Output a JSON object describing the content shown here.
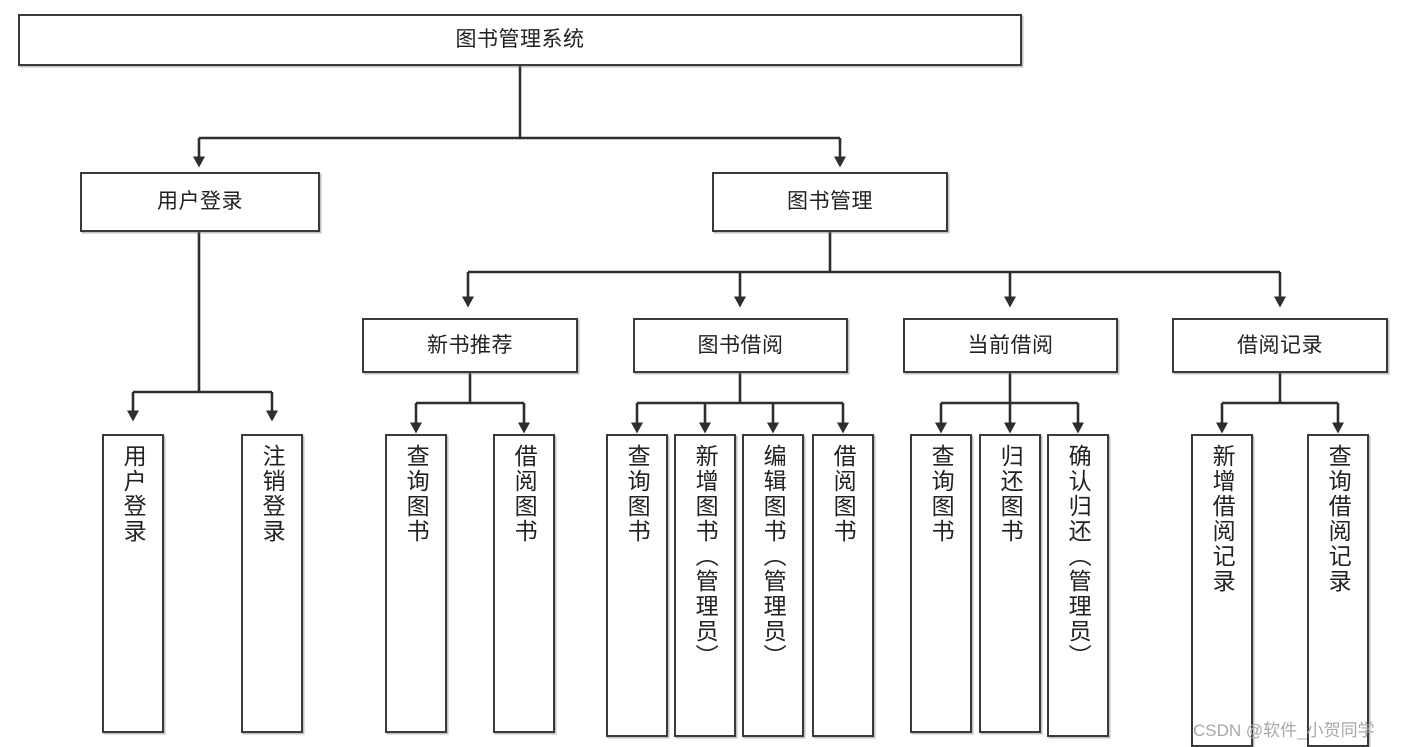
{
  "diagram": {
    "type": "tree-hierarchy",
    "title": "图书管理系统",
    "watermark": "CSDN @软件_小贺同学",
    "colors": {
      "box_border": "#3a3a3a",
      "box_fill": "#ffffff",
      "connector": "#2e2e2e",
      "text": "#222222",
      "watermark": "#a8a8a8"
    },
    "levels": {
      "root": {
        "label": "图书管理系统"
      },
      "level2": [
        {
          "label": "用户登录"
        },
        {
          "label": "图书管理"
        }
      ],
      "level3": [
        {
          "label": "新书推荐"
        },
        {
          "label": "图书借阅"
        },
        {
          "label": "当前借阅"
        },
        {
          "label": "借阅记录"
        }
      ],
      "leaves": [
        {
          "label": "用户登录",
          "parent": "用户登录"
        },
        {
          "label": "注销登录",
          "parent": "用户登录"
        },
        {
          "label": "查询图书",
          "parent": "新书推荐"
        },
        {
          "label": "借阅图书",
          "parent": "新书推荐"
        },
        {
          "label": "查询图书",
          "parent": "图书借阅"
        },
        {
          "label": "新增图书（管理员）",
          "parent": "图书借阅"
        },
        {
          "label": "编辑图书（管理员）",
          "parent": "图书借阅"
        },
        {
          "label": "借阅图书",
          "parent": "图书借阅"
        },
        {
          "label": "查询图书",
          "parent": "当前借阅"
        },
        {
          "label": "归还图书",
          "parent": "当前借阅"
        },
        {
          "label": "确认归还（管理员）",
          "parent": "当前借阅"
        },
        {
          "label": "新增借阅记录",
          "parent": "借阅记录"
        },
        {
          "label": "查询借阅记录",
          "parent": "借阅记录"
        }
      ]
    }
  }
}
